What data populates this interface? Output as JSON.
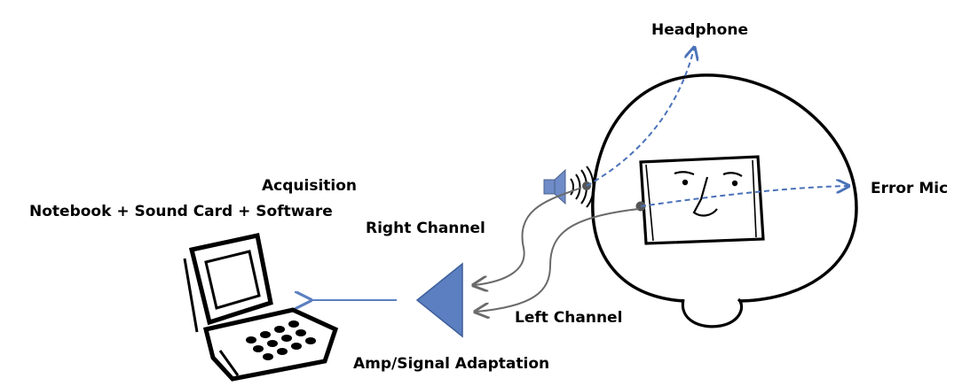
{
  "labels": {
    "headphone": "Headphone",
    "error_mic": "Error Mic",
    "acquisition": "Acquisition",
    "notebook": "Notebook + Sound Card + Software",
    "right_channel": "Right Channel",
    "left_channel": "Left Channel",
    "amp": "Amp/Signal Adaptation"
  },
  "colors": {
    "accent_blue": "#5b7fc0",
    "dashed_blue": "#4a72b8",
    "gray_wire": "#6a6a6a",
    "ink": "#000000"
  }
}
